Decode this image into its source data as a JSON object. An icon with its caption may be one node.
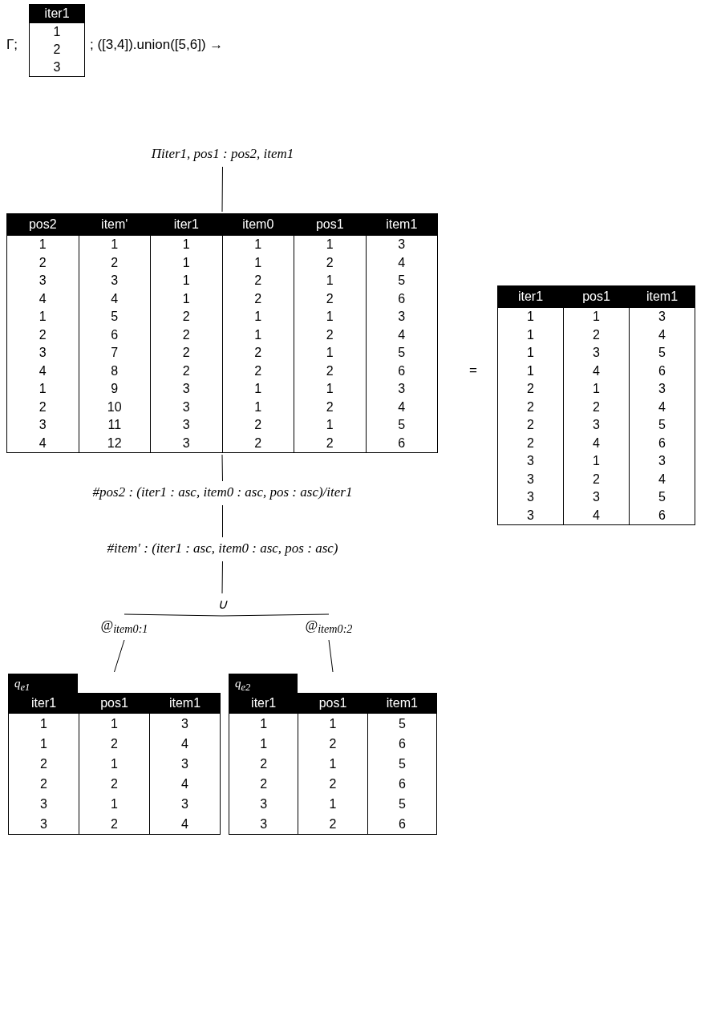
{
  "diagram": {
    "nodes": [
      {
        "text": [
          "iter1",
          "1",
          "2",
          "3"
        ]
      },
      {
        "text": [
          "Πiter1, pos1 : pos2, item1"
        ]
      },
      {
        "text": [
          "pos2",
          "item'",
          "iter1",
          "item0",
          "pos1",
          "item1",
          "1",
          "1",
          "1",
          "1",
          "1",
          "3",
          "2",
          "2",
          "1",
          "1",
          "2",
          "4",
          "3",
          "3",
          "1",
          "2",
          "1",
          "5",
          "4",
          "4",
          "1",
          "2",
          "2",
          "6",
          "1",
          "5",
          "2",
          "1",
          "1",
          "3",
          "2",
          "6",
          "2",
          "1",
          "2",
          "4",
          "3",
          "7",
          "2",
          "2",
          "1",
          "5",
          "4",
          "8",
          "2",
          "2",
          "2",
          "6",
          "1",
          "9",
          "3",
          "1",
          "1",
          "3",
          "2",
          "10",
          "3",
          "1",
          "2",
          "4",
          "3",
          "11",
          "3",
          "2",
          "1",
          "5",
          "4",
          "12",
          "3",
          "2",
          "2",
          "6"
        ]
      },
      {
        "text": [
          "#pos2 : (iter1 : asc, item0 : asc, pos : asc)/iter1"
        ]
      },
      {
        "text": [
          "#item′ : (iter1 : asc, item0 : asc, pos : asc)"
        ]
      },
      {
        "text": [
          "∪"
        ]
      },
      {
        "text": [
          "@$_{item0:1}$"
        ]
      },
      {
        "text": [
          "@$_{item0:2}$"
        ]
      },
      {
        "text": [
          "q$_{e1}$",
          "iter1",
          "pos1",
          "item1",
          "1",
          "1",
          "3",
          "1",
          "2",
          "4",
          "2",
          "1",
          "3",
          "2",
          "2",
          "4",
          "3",
          "1",
          "3",
          "3",
          "2",
          "4"
        ]
      },
      {
        "text": [
          "q$_{e2}$",
          "iter1",
          "pos1",
          "item1",
          "1",
          "1",
          "5",
          "1",
          "2",
          "6",
          "2",
          "1",
          "5",
          "2",
          "2",
          "6",
          "3",
          "1",
          "5",
          "3",
          "2",
          "6"
        ]
      },
      {
        "text": [
          "iter1",
          "pos1",
          "item1",
          "1",
          "1",
          "3",
          "1",
          "2",
          "4",
          "1",
          "3",
          "5",
          "1",
          "4",
          "6",
          "2",
          "1",
          "3",
          "2",
          "2",
          "4",
          "2",
          "3",
          "5",
          "2",
          "4",
          "6",
          "3",
          "1",
          "3",
          "3",
          "2",
          "4",
          "3",
          "3",
          "5",
          "3",
          "4",
          "6"
        ]
      }
    ],
    "edges": [
      {
        "from": 1,
        "to": 2,
        "arrow": "none"
      },
      {
        "from": 2,
        "to": 3,
        "arrow": "none"
      },
      {
        "from": 3,
        "to": 4,
        "arrow": "none"
      },
      {
        "from": 4,
        "to": 5,
        "arrow": "none"
      },
      {
        "from": 5,
        "to": 6,
        "arrow": "none"
      },
      {
        "from": 5,
        "to": 7,
        "arrow": "none"
      },
      {
        "from": 6,
        "to": 8,
        "arrow": "none"
      },
      {
        "from": 7,
        "to": 9,
        "arrow": "none"
      }
    ],
    "labels": [
      "Γ;",
      "; ([3,4]).union([5,6]) →",
      "="
    ]
  }
}
